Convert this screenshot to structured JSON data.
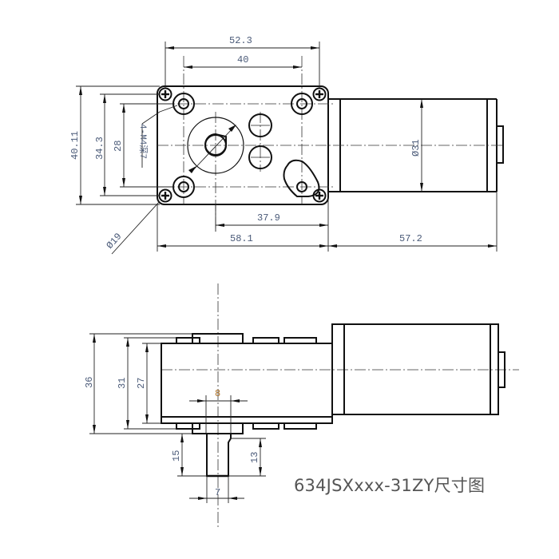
{
  "drawing": {
    "title": "634JSXxxx-31ZY尺寸图",
    "top_view": {
      "dimensions": {
        "width_mount_outer": "52.3",
        "width_mount_inner": "40",
        "height_overall": "40.11",
        "height_mount_outer": "34.3",
        "height_mount_inner": "28",
        "hole_callout": "4-M4深7",
        "gearbox_length": "58.1",
        "shaft_to_edge": "37.9",
        "motor_length": "57.2",
        "motor_diameter": "Ø31",
        "boss_diameter": "Ø19"
      }
    },
    "side_view": {
      "dimensions": {
        "overall_height": "36",
        "body_height": "31",
        "inner_height": "27",
        "shaft_boss_width": "8",
        "shaft_length": "15",
        "shaft_flat_length": "13",
        "shaft_diameter": "7"
      }
    },
    "colors": {
      "line": "#111111",
      "dim_text": "#4a5a78",
      "dim_text_highlight": "#b0742a",
      "caption": "#555555"
    }
  }
}
